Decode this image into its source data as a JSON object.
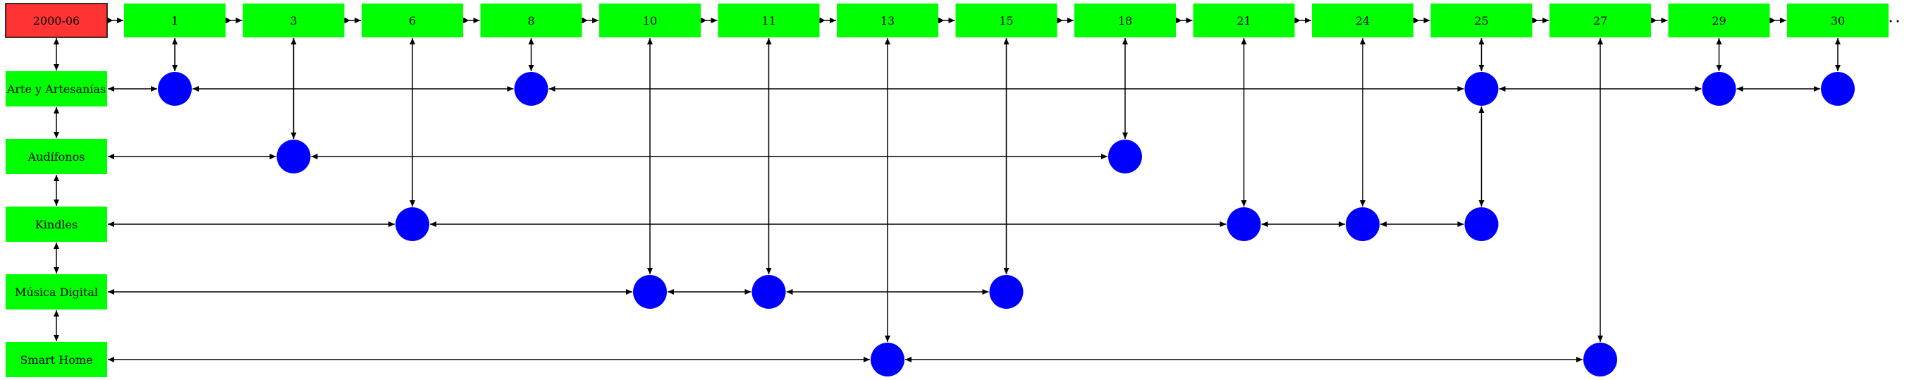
{
  "header": {
    "month_label": "2000-06",
    "month_color": "#ff3333",
    "day_color": "#00ff00",
    "node_color": "#0000ff",
    "edge_color": "#000000",
    "days": [
      "1",
      "3",
      "6",
      "8",
      "10",
      "11",
      "13",
      "15",
      "18",
      "21",
      "24",
      "25",
      "27",
      "29",
      "30"
    ]
  },
  "categories": [
    {
      "label": "Arte y Artesanías",
      "events": [
        0,
        3,
        11,
        13,
        14
      ]
    },
    {
      "label": "Audífonos",
      "events": [
        1,
        8
      ]
    },
    {
      "label": "Kindles",
      "events": [
        2,
        9,
        10,
        11
      ]
    },
    {
      "label": "Música Digital",
      "events": [
        4,
        5,
        7
      ]
    },
    {
      "label": "Smart Home",
      "events": [
        6,
        12
      ]
    }
  ]
}
